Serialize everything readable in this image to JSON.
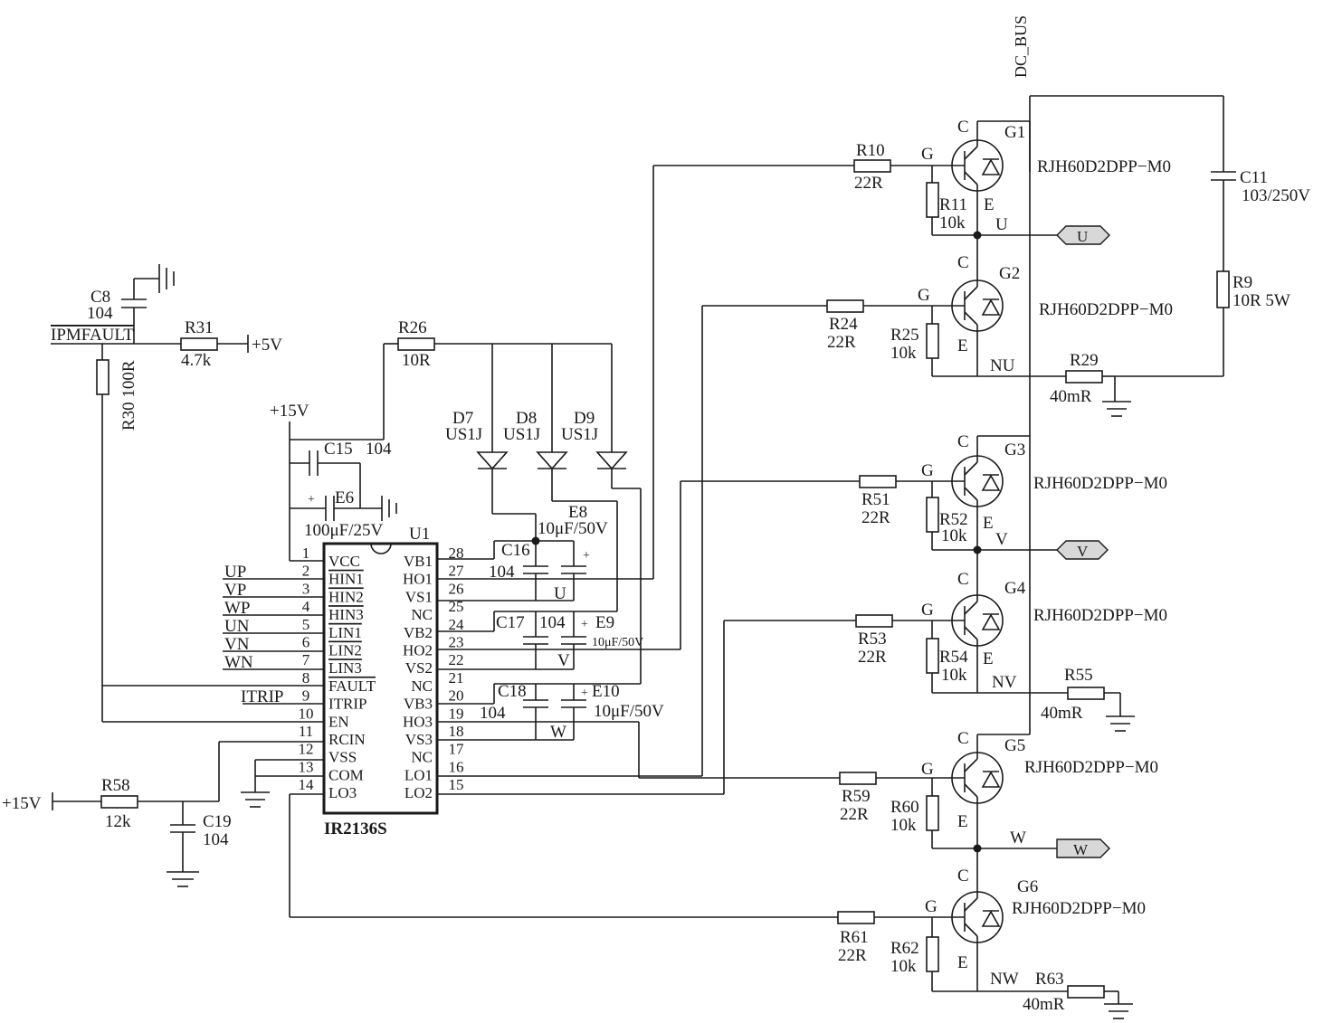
{
  "nets": {
    "dc_bus": "DC_BUS",
    "plus5v": "+5V",
    "plus15v_top": "+15V",
    "plus15v_left": "+15V",
    "ipmfault": "IPMFAULT",
    "itrip": "ITRIP"
  },
  "inputs": [
    "UP",
    "VP",
    "WP",
    "UN",
    "VN",
    "WN"
  ],
  "ic": {
    "ref": "U1",
    "part": "IR2136S",
    "left_pins": [
      {
        "num": "1",
        "name": "VCC"
      },
      {
        "num": "2",
        "name": "HIN1"
      },
      {
        "num": "3",
        "name": "HIN2"
      },
      {
        "num": "4",
        "name": "HIN3"
      },
      {
        "num": "5",
        "name": "LIN1"
      },
      {
        "num": "6",
        "name": "LIN2"
      },
      {
        "num": "7",
        "name": "LIN3"
      },
      {
        "num": "8",
        "name": "FAULT"
      },
      {
        "num": "9",
        "name": "ITRIP"
      },
      {
        "num": "10",
        "name": "EN"
      },
      {
        "num": "11",
        "name": "RCIN"
      },
      {
        "num": "12",
        "name": "VSS"
      },
      {
        "num": "13",
        "name": "COM"
      },
      {
        "num": "14",
        "name": "LO3"
      }
    ],
    "right_pins": [
      {
        "num": "28",
        "name": "VB1"
      },
      {
        "num": "27",
        "name": "HO1"
      },
      {
        "num": "26",
        "name": "VS1"
      },
      {
        "num": "25",
        "name": "NC"
      },
      {
        "num": "24",
        "name": "VB2"
      },
      {
        "num": "23",
        "name": "HO2"
      },
      {
        "num": "22",
        "name": "VS2"
      },
      {
        "num": "21",
        "name": "NC"
      },
      {
        "num": "20",
        "name": "VB3"
      },
      {
        "num": "19",
        "name": "HO3"
      },
      {
        "num": "18",
        "name": "VS3"
      },
      {
        "num": "17",
        "name": "NC"
      },
      {
        "num": "16",
        "name": "LO1"
      },
      {
        "num": "15",
        "name": "LO2"
      }
    ]
  },
  "components": {
    "c8": {
      "ref": "C8",
      "value": "104"
    },
    "r30": {
      "ref": "R30",
      "value": "100R"
    },
    "r31": {
      "ref": "R31",
      "value": "4.7k"
    },
    "r26": {
      "ref": "R26",
      "value": "10R"
    },
    "c15": {
      "ref": "C15",
      "value": "104"
    },
    "e6": {
      "ref": "E6",
      "value": "100μF/25V"
    },
    "d7": {
      "ref": "D7",
      "value": "US1J"
    },
    "d8": {
      "ref": "D8",
      "value": "US1J"
    },
    "d9": {
      "ref": "D9",
      "value": "US1J"
    },
    "e8": {
      "ref": "E8",
      "value": "10μF/50V"
    },
    "c16": {
      "ref": "C16",
      "value": "104"
    },
    "c17": {
      "ref": "C17",
      "value": "104"
    },
    "e9": {
      "ref": "E9",
      "value": "10μF/50V"
    },
    "c18": {
      "ref": "C18",
      "value": "104"
    },
    "e10": {
      "ref": "E10",
      "value": "10μF/50V"
    },
    "r58": {
      "ref": "R58",
      "value": "12k"
    },
    "c19": {
      "ref": "C19",
      "value": "104"
    },
    "r10": {
      "ref": "R10",
      "value": "22R"
    },
    "r11": {
      "ref": "R11",
      "value": "10k"
    },
    "r24": {
      "ref": "R24",
      "value": "22R"
    },
    "r25": {
      "ref": "R25",
      "value": "10k"
    },
    "r29": {
      "ref": "R29",
      "value": "40mR"
    },
    "r51": {
      "ref": "R51",
      "value": "22R"
    },
    "r52": {
      "ref": "R52",
      "value": "10k"
    },
    "r53": {
      "ref": "R53",
      "value": "22R"
    },
    "r54": {
      "ref": "R54",
      "value": "10k"
    },
    "r55": {
      "ref": "R55",
      "value": "40mR"
    },
    "r59": {
      "ref": "R59",
      "value": "22R"
    },
    "r60": {
      "ref": "R60",
      "value": "10k"
    },
    "r61": {
      "ref": "R61",
      "value": "22R"
    },
    "r62": {
      "ref": "R62",
      "value": "10k"
    },
    "r63": {
      "ref": "R63",
      "value": "40mR"
    },
    "c11": {
      "ref": "C11",
      "value": "103/250V"
    },
    "r9": {
      "ref": "R9",
      "value": "10R 5W"
    }
  },
  "transistors": [
    {
      "ref": "G1",
      "part": "RJH60D2DPP−M0"
    },
    {
      "ref": "G2",
      "part": "RJH60D2DPP−M0"
    },
    {
      "ref": "G3",
      "part": "RJH60D2DPP−M0"
    },
    {
      "ref": "G4",
      "part": "RJH60D2DPP−M0"
    },
    {
      "ref": "G5",
      "part": "RJH60D2DPP−M0"
    },
    {
      "ref": "G6",
      "part": "RJH60D2DPP−M0"
    }
  ],
  "pin_letters": {
    "c": "C",
    "g": "G",
    "e": "E"
  },
  "phase_nodes": {
    "u": "U",
    "v": "V",
    "w": "W",
    "nu": "NU",
    "nv": "NV",
    "nw": "NW"
  },
  "ports": {
    "u": "U",
    "v": "V",
    "w": "W"
  },
  "bootstrap_labels": {
    "u": "U",
    "v": "V",
    "w": "W"
  }
}
